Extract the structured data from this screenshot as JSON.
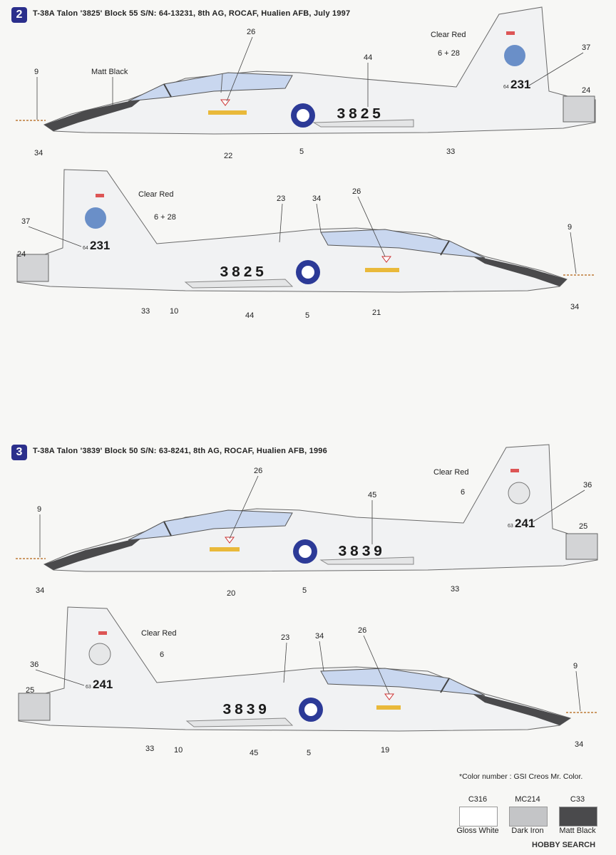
{
  "profiles": [
    {
      "number": "2",
      "title": "T-38A Talon '3825' Block 55 S/N: 64-13231, 8th AG, ROCAF, Hualien AFB, July 1997",
      "serial": "3825",
      "buzz_prefix": "64",
      "buzz_number": "231",
      "clear_red": "Clear Red",
      "tail_marking": "6 + 28",
      "matt_black": "Matt Black",
      "top_callouts": [
        "9",
        "26",
        "44",
        "37",
        "24"
      ],
      "top_bottom_callouts": [
        "34",
        "22",
        "5",
        "33"
      ],
      "bottom_top_callouts": [
        "37",
        "24",
        "23",
        "34",
        "26",
        "9"
      ],
      "bottom_bottom_callouts": [
        "33",
        "10",
        "44",
        "5",
        "21",
        "34"
      ]
    },
    {
      "number": "3",
      "title": "T-38A Talon '3839' Block 50 S/N: 63-8241, 8th AG, ROCAF, Hualien AFB, 1996",
      "serial": "3839",
      "buzz_prefix": "63",
      "buzz_number": "241",
      "clear_red": "Clear Red",
      "tail_marking": "6",
      "top_callouts": [
        "9",
        "26",
        "45",
        "36",
        "25"
      ],
      "top_bottom_callouts": [
        "34",
        "20",
        "5",
        "33"
      ],
      "bottom_top_callouts": [
        "36",
        "25",
        "23",
        "34",
        "26",
        "9"
      ],
      "bottom_bottom_callouts": [
        "33",
        "10",
        "45",
        "5",
        "19",
        "34"
      ]
    }
  ],
  "color_note": "*Color number : GSI Creos Mr. Color.",
  "swatches": [
    {
      "code": "C316",
      "name": "Gloss White",
      "color": "#ffffff"
    },
    {
      "code": "MC214",
      "name": "Dark Iron",
      "color": "#c4c5c7"
    },
    {
      "code": "C33",
      "name": "Matt Black",
      "color": "#4a4a4c"
    }
  ],
  "watermark": "HOBBY SEARCH"
}
